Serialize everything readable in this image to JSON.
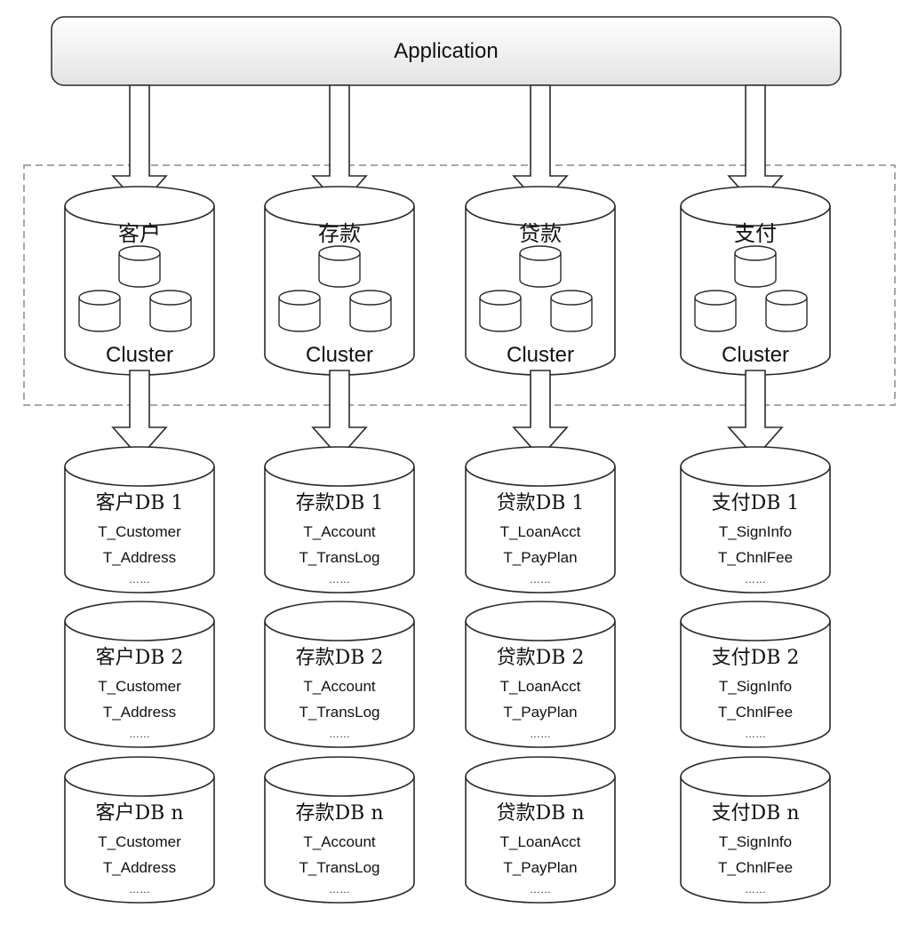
{
  "application": {
    "label": "Application"
  },
  "columns": [
    {
      "cluster_label": "客户",
      "cluster_caption": "Cluster",
      "dbs": [
        {
          "title": "客户DB 1",
          "tables": [
            "T_Customer",
            "T_Address"
          ],
          "ellipsis": "……"
        },
        {
          "title": "客户DB 2",
          "tables": [
            "T_Customer",
            "T_Address"
          ],
          "ellipsis": "……"
        },
        {
          "title": "客户DB n",
          "tables": [
            "T_Customer",
            "T_Address"
          ],
          "ellipsis": "……"
        }
      ]
    },
    {
      "cluster_label": "存款",
      "cluster_caption": "Cluster",
      "dbs": [
        {
          "title": "存款DB 1",
          "tables": [
            "T_Account",
            "T_TransLog"
          ],
          "ellipsis": "……"
        },
        {
          "title": "存款DB 2",
          "tables": [
            "T_Account",
            "T_TransLog"
          ],
          "ellipsis": "……"
        },
        {
          "title": "存款DB n",
          "tables": [
            "T_Account",
            "T_TransLog"
          ],
          "ellipsis": "……"
        }
      ]
    },
    {
      "cluster_label": "贷款",
      "cluster_caption": "Cluster",
      "dbs": [
        {
          "title": "贷款DB 1",
          "tables": [
            "T_LoanAcct",
            "T_PayPlan"
          ],
          "ellipsis": "……"
        },
        {
          "title": "贷款DB 2",
          "tables": [
            "T_LoanAcct",
            "T_PayPlan"
          ],
          "ellipsis": "……"
        },
        {
          "title": "贷款DB n",
          "tables": [
            "T_LoanAcct",
            "T_PayPlan"
          ],
          "ellipsis": "……"
        }
      ]
    },
    {
      "cluster_label": "支付",
      "cluster_caption": "Cluster",
      "dbs": [
        {
          "title": "支付DB 1",
          "tables": [
            "T_SignInfo",
            "T_ChnlFee"
          ],
          "ellipsis": "……"
        },
        {
          "title": "支付DB 2",
          "tables": [
            "T_SignInfo",
            "T_ChnlFee"
          ],
          "ellipsis": "……"
        },
        {
          "title": "支付DB n",
          "tables": [
            "T_SignInfo",
            "T_ChnlFee"
          ],
          "ellipsis": "……"
        }
      ]
    }
  ],
  "colors": {
    "stroke": "#2a2a2a",
    "fill": "#ffffff",
    "app_fill_top": "#ffffff",
    "app_fill_bottom": "#e6e6e6",
    "dashed": "#8a8a8a"
  }
}
